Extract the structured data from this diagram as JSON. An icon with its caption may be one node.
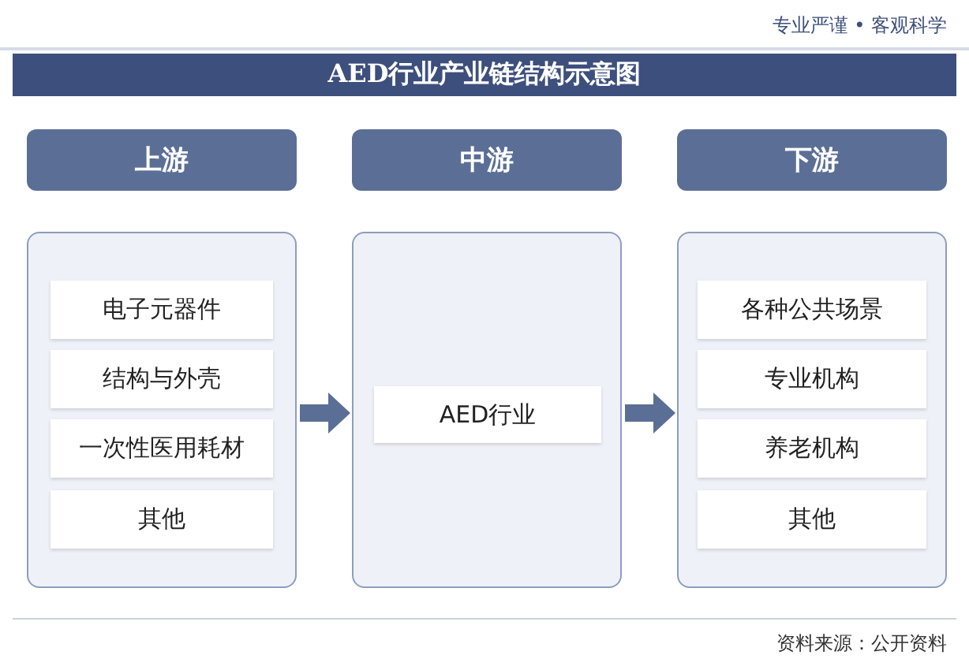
{
  "diagram": {
    "title": "AED行业产业链结构示意图",
    "nodes": [
      {
        "text": [
          "上游"
        ]
      },
      {
        "text": [
          "中游"
        ]
      },
      {
        "text": [
          "下游"
        ]
      },
      {
        "text": [],
        "shape": "box"
      },
      {
        "text": [
          "电子元器件"
        ],
        "in": 3
      },
      {
        "text": [
          "结构与外壳"
        ],
        "in": 3
      },
      {
        "text": [
          "一次性医用耗材"
        ],
        "in": 3
      },
      {
        "text": [
          "其他"
        ],
        "in": 3
      },
      {
        "text": [],
        "shape": "box"
      },
      {
        "text": [
          "AED行业"
        ],
        "in": 8
      },
      {
        "text": [],
        "shape": "box"
      },
      {
        "text": [
          "各种公共场景"
        ],
        "in": 10
      },
      {
        "text": [
          "专业机构"
        ],
        "in": 10
      },
      {
        "text": [
          "养老机构"
        ],
        "in": 10
      },
      {
        "text": [
          "其他"
        ],
        "in": 10
      }
    ],
    "edges": [
      {
        "from": 3,
        "to": 8,
        "arrow": "to"
      },
      {
        "from": 8,
        "to": 10,
        "arrow": "to"
      }
    ],
    "labels": [
      "专业严谨 • 客观科学",
      "资料来源：公开资料"
    ]
  }
}
